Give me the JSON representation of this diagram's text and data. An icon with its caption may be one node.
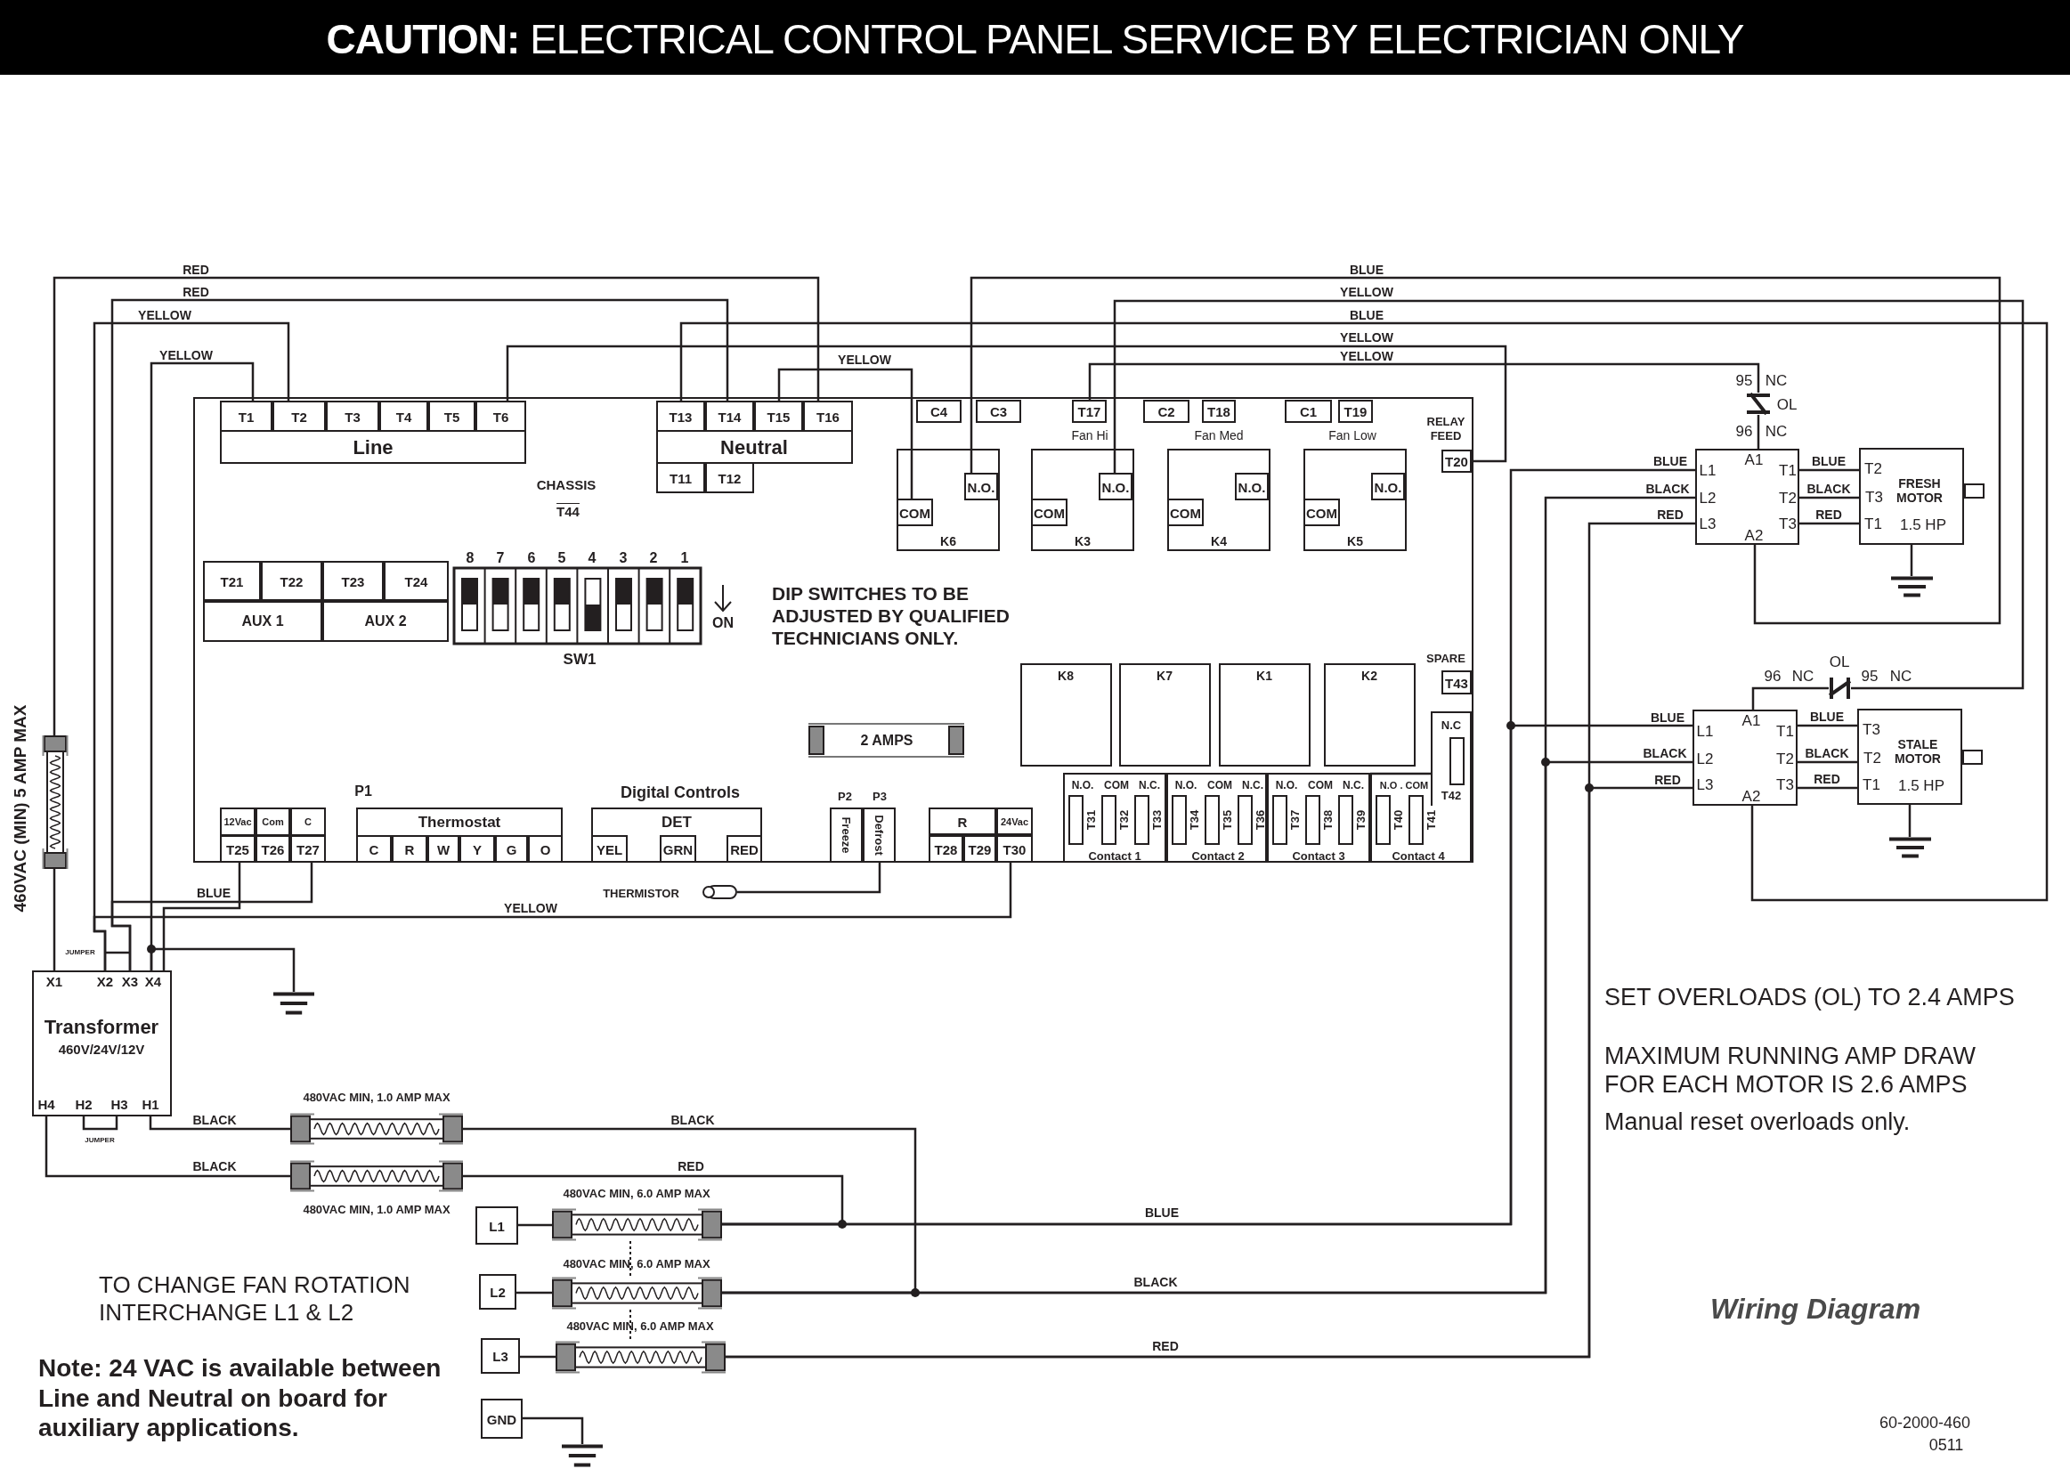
{
  "diagram": {
    "title": "**CAUTION:** ELECTRICAL CONTROL PANEL SERVICE BY ELECTRICIAN ONLY",
    "nodes": [
      {
        "text": [],
        "shape": "box"
      },
      {
        "text": [
          "Line"
        ],
        "in": 0
      },
      {
        "text": [
          "T1"
        ],
        "in": 1
      },
      {
        "text": [
          "T2"
        ],
        "in": 1
      },
      {
        "text": [
          "T3"
        ],
        "in": 1
      },
      {
        "text": [
          "T4"
        ],
        "in": 1
      },
      {
        "text": [
          "T5"
        ],
        "in": 1
      },
      {
        "text": [
          "T6"
        ],
        "in": 1
      },
      {
        "text": [
          "Neutral"
        ],
        "in": 0
      },
      {
        "text": [
          "T13"
        ],
        "in": 8
      },
      {
        "text": [
          "T14"
        ],
        "in": 8
      },
      {
        "text": [
          "T15"
        ],
        "in": 8
      },
      {
        "text": [
          "T16"
        ],
        "in": 8
      },
      {
        "text": [
          "T11"
        ],
        "in": 0
      },
      {
        "text": [
          "T12"
        ],
        "in": 0
      },
      {
        "text": [],
        "shape": "box",
        "in": 0
      },
      {
        "text": [
          "T21"
        ],
        "in": 15
      },
      {
        "text": [
          "T22"
        ],
        "in": 15
      },
      {
        "text": [
          "T23"
        ],
        "in": 15
      },
      {
        "text": [
          "T24"
        ],
        "in": 15
      },
      {
        "text": [
          "AUX 1"
        ],
        "in": 15
      },
      {
        "text": [
          "AUX 2"
        ],
        "in": 15
      },
      {
        "text": [
          "2 AMPS"
        ],
        "in": 0
      },
      {
        "text": [
          "C4"
        ],
        "in": 0
      },
      {
        "text": [
          "C3"
        ],
        "in": 0
      },
      {
        "text": [
          "T17"
        ],
        "in": 0
      },
      {
        "text": [
          "C2"
        ],
        "in": 0
      },
      {
        "text": [
          "T18"
        ],
        "in": 0
      },
      {
        "text": [
          "C1"
        ],
        "in": 0
      },
      {
        "text": [
          "T19"
        ],
        "in": 0
      },
      {
        "text": [
          "T20"
        ],
        "in": 0
      },
      {
        "text": [
          "K6"
        ],
        "in": 0
      },
      {
        "text": [
          "COM"
        ],
        "in": 31
      },
      {
        "text": [
          "N.O."
        ],
        "in": 31
      },
      {
        "text": [
          "K3"
        ],
        "in": 0
      },
      {
        "text": [
          "COM"
        ],
        "in": 34
      },
      {
        "text": [
          "N.O."
        ],
        "in": 34
      },
      {
        "text": [
          "K4"
        ],
        "in": 0
      },
      {
        "text": [
          "COM"
        ],
        "in": 37
      },
      {
        "text": [
          "N.O."
        ],
        "in": 37
      },
      {
        "text": [
          "K5"
        ],
        "in": 0
      },
      {
        "text": [
          "COM"
        ],
        "in": 40
      },
      {
        "text": [
          "N.O."
        ],
        "in": 40
      },
      {
        "text": [
          "K8"
        ],
        "in": 0
      },
      {
        "text": [
          "K7"
        ],
        "in": 0
      },
      {
        "text": [
          "K1"
        ],
        "in": 0
      },
      {
        "text": [
          "K2"
        ],
        "in": 0
      },
      {
        "text": [
          "T43"
        ],
        "in": 0
      },
      {
        "text": [
          "N.C",
          "T42"
        ],
        "in": 0
      },
      {
        "text": [
          "N.O.",
          "COM",
          "N.C.",
          "Contact 1"
        ],
        "in": 0
      },
      {
        "text": [
          "T31"
        ],
        "in": 49
      },
      {
        "text": [
          "T32"
        ],
        "in": 49
      },
      {
        "text": [
          "T33"
        ],
        "in": 49
      },
      {
        "text": [
          "N.O.",
          "COM",
          "N.C.",
          "Contact 2"
        ],
        "in": 0
      },
      {
        "text": [
          "T34"
        ],
        "in": 53
      },
      {
        "text": [
          "T35"
        ],
        "in": 53
      },
      {
        "text": [
          "T36"
        ],
        "in": 53
      },
      {
        "text": [
          "N.O.",
          "COM",
          "N.C.",
          "Contact 3"
        ],
        "in": 0
      },
      {
        "text": [
          "T37"
        ],
        "in": 57
      },
      {
        "text": [
          "T38"
        ],
        "in": 57
      },
      {
        "text": [
          "T39"
        ],
        "in": 57
      },
      {
        "text": [
          "N.O . COM",
          "Contact 4"
        ],
        "in": 0
      },
      {
        "text": [
          "T40"
        ],
        "in": 61
      },
      {
        "text": [
          "T41"
        ],
        "in": 61
      },
      {
        "text": [],
        "shape": "box",
        "in": 0
      },
      {
        "text": [
          "12Vac"
        ],
        "in": 64
      },
      {
        "text": [
          "Com"
        ],
        "in": 64
      },
      {
        "text": [
          "C"
        ],
        "in": 64
      },
      {
        "text": [
          "T25"
        ],
        "in": 64
      },
      {
        "text": [
          "T26"
        ],
        "in": 64
      },
      {
        "text": [
          "T27"
        ],
        "in": 64
      },
      {
        "text": [
          "Thermostat"
        ],
        "in": 0
      },
      {
        "text": [
          "C"
        ],
        "in": 71
      },
      {
        "text": [
          "R"
        ],
        "in": 71
      },
      {
        "text": [
          "W"
        ],
        "in": 71
      },
      {
        "text": [
          "Y"
        ],
        "in": 71
      },
      {
        "text": [
          "G"
        ],
        "in": 71
      },
      {
        "text": [
          "O"
        ],
        "in": 71
      },
      {
        "text": [
          "DET"
        ],
        "in": 0
      },
      {
        "text": [
          "YEL"
        ],
        "in": 78
      },
      {
        "text": [
          "GRN"
        ],
        "in": 78
      },
      {
        "text": [
          "RED"
        ],
        "in": 78
      },
      {
        "text": [
          "Freeze"
        ],
        "in": 0
      },
      {
        "text": [
          "Defrost"
        ],
        "in": 0
      },
      {
        "text": [],
        "shape": "box",
        "in": 0
      },
      {
        "text": [
          "R"
        ],
        "in": 84
      },
      {
        "text": [
          "24Vac"
        ],
        "in": 84
      },
      {
        "text": [
          "T28"
        ],
        "in": 84
      },
      {
        "text": [
          "T29"
        ],
        "in": 84
      },
      {
        "text": [
          "T30"
        ],
        "in": 84
      },
      {
        "text": [],
        "shape": "thermistor",
        "beside": [
          "THERMISTOR"
        ]
      },
      {
        "text": [],
        "shape": "fuse",
        "beside": [
          "460VAC (MIN) 5 AMP MAX"
        ]
      },
      {
        "text": [
          "X1",
          "X2",
          "X3",
          "X4",
          "Transformer",
          "460V/24V/12V",
          "H4",
          "H2",
          "H3",
          "H1"
        ]
      },
      {
        "text": [],
        "shape": "ground"
      },
      {
        "text": [],
        "shape": "fuse",
        "beside": [
          "480VAC MIN, 1.0 AMP MAX"
        ]
      },
      {
        "text": [],
        "shape": "fuse",
        "beside": [
          "480VAC MIN, 1.0 AMP MAX"
        ]
      },
      {
        "text": [
          "L1"
        ]
      },
      {
        "text": [
          "L2"
        ]
      },
      {
        "text": [
          "L3"
        ]
      },
      {
        "text": [
          "GND"
        ]
      },
      {
        "text": [],
        "shape": "fuse",
        "beside": [
          "480VAC MIN, 6.0 AMP MAX"
        ]
      },
      {
        "text": [],
        "shape": "fuse",
        "beside": [
          "480VAC MIN, 6.0 AMP MAX"
        ]
      },
      {
        "text": [],
        "shape": "fuse",
        "beside": [
          "480VAC MIN, 6.0 AMP MAX"
        ]
      },
      {
        "text": [],
        "shape": "ground"
      },
      {
        "text": [],
        "shape": "contact",
        "beside": [
          "95",
          "NC",
          "OL",
          "96",
          "NC"
        ]
      },
      {
        "text": [
          "A1",
          "L1",
          "T1",
          "L2",
          "T2",
          "L3",
          "T3",
          "A2"
        ]
      },
      {
        "text": [
          "T2",
          "T3",
          "T1",
          "FRESH MOTOR",
          "1.5 HP"
        ]
      },
      {
        "text": [],
        "shape": "ground"
      },
      {
        "text": [],
        "shape": "contact",
        "beside": [
          "OL",
          "96",
          "NC",
          "95",
          "NC"
        ]
      },
      {
        "text": [
          "A1",
          "L1",
          "T1",
          "L2",
          "T2",
          "L3",
          "T3",
          "A2"
        ]
      },
      {
        "text": [
          "T3",
          "T2",
          "T1",
          "STALE MOTOR",
          "1.5 HP"
        ]
      },
      {
        "text": [],
        "shape": "ground"
      }
    ],
    "edges": [
      {
        "from": 12,
        "to": 91,
        "arrow": "none",
        "label": "RED"
      },
      {
        "from": 91,
        "to": 92,
        "arrow": "none"
      },
      {
        "from": 10,
        "to": 92,
        "arrow": "none",
        "label": "RED"
      },
      {
        "from": 3,
        "to": 92,
        "arrow": "none",
        "label": "YELLOW"
      },
      {
        "from": 2,
        "to": 92,
        "arrow": "none",
        "label": "YELLOW"
      },
      {
        "from": 70,
        "to": 92,
        "arrow": "none",
        "label": "BLUE"
      },
      {
        "from": 68,
        "to": 92,
        "arrow": "none"
      },
      {
        "from": 89,
        "to": 92,
        "arrow": "none",
        "label": "YELLOW"
      },
      {
        "from": 92,
        "to": 93,
        "arrow": "none"
      },
      {
        "from": 7,
        "to": 30,
        "arrow": "none",
        "label": "YELLOW"
      },
      {
        "from": 11,
        "to": 32,
        "arrow": "none",
        "label": "YELLOW"
      },
      {
        "from": 33,
        "to": 105,
        "arrow": "none",
        "label": "BLUE"
      },
      {
        "from": 9,
        "to": 109,
        "arrow": "none",
        "label": "BLUE"
      },
      {
        "from": 36,
        "to": 108,
        "arrow": "none",
        "label": "YELLOW"
      },
      {
        "from": 25,
        "to": 104,
        "arrow": "none",
        "label": "YELLOW"
      },
      {
        "from": 104,
        "to": 105,
        "arrow": "none"
      },
      {
        "from": 108,
        "to": 109,
        "arrow": "none"
      },
      {
        "from": 83,
        "to": 90,
        "arrow": "none"
      },
      {
        "from": 92,
        "to": 94,
        "arrow": "none",
        "label": "BLACK"
      },
      {
        "from": 92,
        "to": 95,
        "arrow": "none",
        "label": "BLACK"
      },
      {
        "from": 94,
        "to": 101,
        "arrow": "none",
        "label": "BLACK"
      },
      {
        "from": 95,
        "to": 100,
        "arrow": "none",
        "label": "RED"
      },
      {
        "from": 96,
        "to": 100,
        "arrow": "none"
      },
      {
        "from": 97,
        "to": 101,
        "arrow": "none"
      },
      {
        "from": 98,
        "to": 102,
        "arrow": "none"
      },
      {
        "from": 99,
        "to": 103,
        "arrow": "none"
      },
      {
        "from": 100,
        "to": 105,
        "arrow": "none",
        "label": "BLUE"
      },
      {
        "from": 100,
        "to": 109,
        "arrow": "none",
        "label": "BLUE"
      },
      {
        "from": 101,
        "to": 105,
        "arrow": "none",
        "label": "BLACK"
      },
      {
        "from": 101,
        "to": 109,
        "arrow": "none",
        "label": "BLACK"
      },
      {
        "from": 102,
        "to": 105,
        "arrow": "none",
        "label": "RED"
      },
      {
        "from": 102,
        "to": 109,
        "arrow": "none",
        "label": "RED"
      },
      {
        "from": 105,
        "to": 106,
        "arrow": "none",
        "label": "BLUE"
      },
      {
        "from": 105,
        "to": 106,
        "arrow": "none",
        "label": "BLACK"
      },
      {
        "from": 105,
        "to": 106,
        "arrow": "none",
        "label": "RED"
      },
      {
        "from": 109,
        "to": 110,
        "arrow": "none",
        "label": "BLUE"
      },
      {
        "from": 109,
        "to": 110,
        "arrow": "none",
        "label": "BLACK"
      },
      {
        "from": 109,
        "to": 110,
        "arrow": "none",
        "label": "RED"
      },
      {
        "from": 106,
        "to": 107,
        "arrow": "none"
      },
      {
        "from": 110,
        "to": 111,
        "arrow": "none"
      },
      {
        "from": 100,
        "to": 101,
        "arrow": "none",
        "style": "dashed"
      },
      {
        "from": 101,
        "to": 102,
        "arrow": "none",
        "style": "dashed"
      }
    ],
    "labels": [
      "CHASSIS",
      "T44",
      "8",
      "7",
      "6",
      "5",
      "4",
      "3",
      "2",
      "1",
      "ON",
      "SW1",
      "DIP SWITCHES TO BE ADJUSTED BY QUALIFIED TECHNICIANS ONLY.",
      "Fan Hi",
      "Fan Med",
      "Fan Low",
      "RELAY FEED",
      "SPARE",
      "P1",
      "Digital Controls",
      "P2",
      "P3",
      "JUMPER",
      "JUMPER",
      "BLUE",
      "BLACK",
      "RED",
      "TO CHANGE FAN ROTATION INTERCHANGE L1 & L2",
      "Note: 24 VAC is available between Line and Neutral on board for auxiliary applications.",
      "SET OVERLOADS (OL) TO 2.4 AMPS",
      "MAXIMUM RUNNING AMP DRAW FOR EACH MOTOR IS 2.6 AMPS",
      "Manual reset overloads only.",
      "Wiring Diagram",
      "60-2000-460",
      "0511"
    ]
  }
}
